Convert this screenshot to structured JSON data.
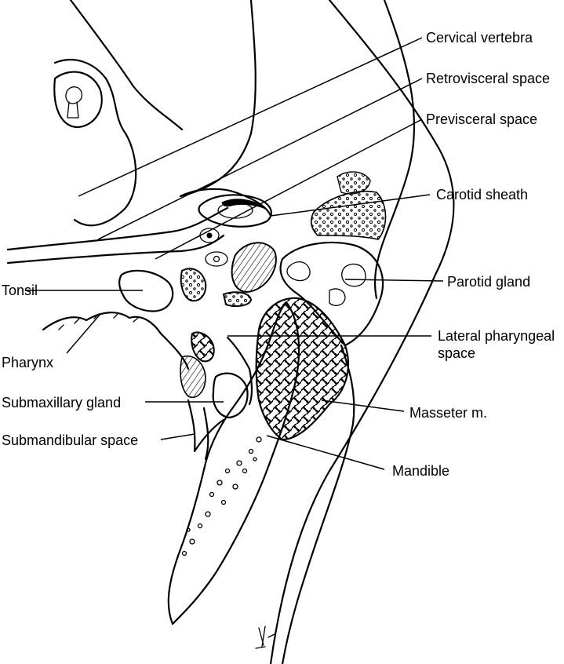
{
  "labels": {
    "cervical_vertebra": "Cervical vertebra",
    "retrovisceral_space": "Retrovisceral space",
    "previsceral_space": "Previsceral space",
    "carotid_sheath": "Carotid sheath",
    "parotid_gland": "Parotid gland",
    "tonsil": "Tonsil",
    "pharynx": "Pharynx",
    "lateral_pharyngeal_space": "Lateral pharyngeal space",
    "submaxillary_gland": "Submaxillary gland",
    "submandibular_space": "Submandibular space",
    "masseter": "Masseter m.",
    "mandible": "Mandible"
  }
}
